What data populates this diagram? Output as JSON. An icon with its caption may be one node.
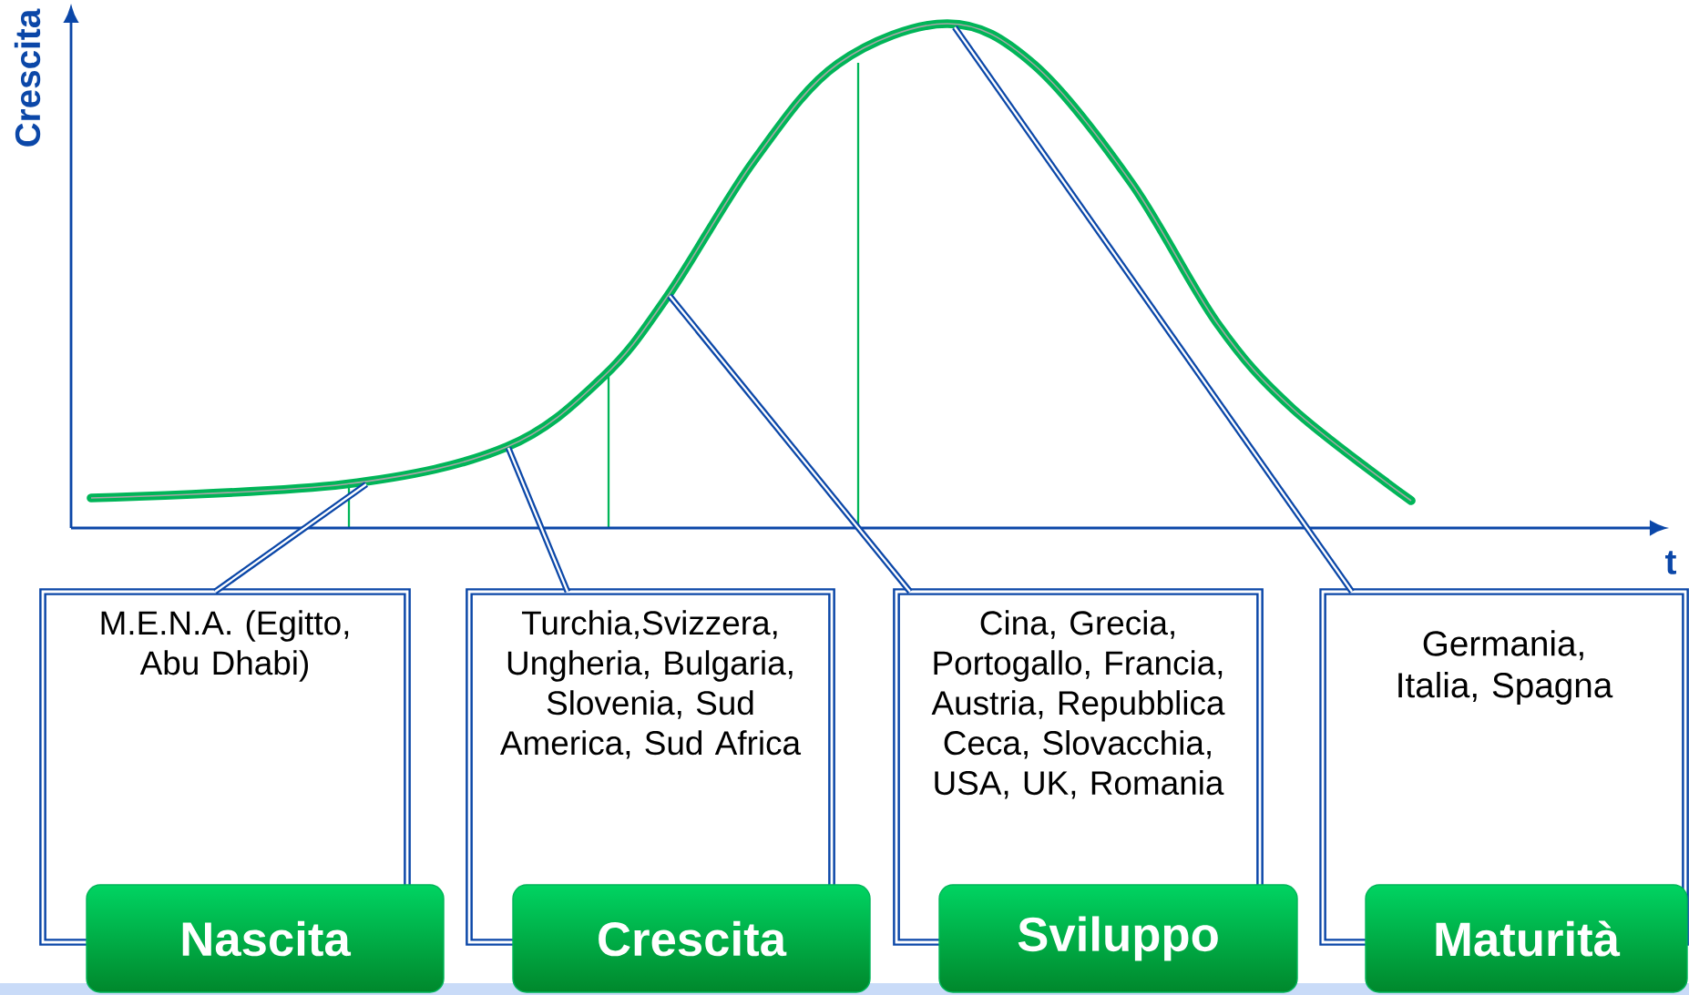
{
  "diagram": {
    "nodes": [
      {
        "text": [
          "M.E.N.A. (Egitto, Abu Dhabi)"
        ]
      },
      {
        "text": [
          "Turchia,Svizzera, Ungheria, Bulgaria, Slovenia, Sud America, Sud Africa"
        ]
      },
      {
        "text": [
          "Cina, Grecia, Portogallo, Francia, Austria, Repubblica Ceca, Slovacchia, USA, UK, Romania"
        ]
      },
      {
        "text": [
          "Germania, Italia, Spagna"
        ]
      },
      {
        "text": [
          "Nascita"
        ]
      },
      {
        "text": [
          "Crescita"
        ]
      },
      {
        "text": [
          "Sviluppo"
        ]
      },
      {
        "text": [
          "Maturità"
        ]
      }
    ],
    "edges": [
      {
        "from": 0,
        "to": null,
        "arrow": "none"
      },
      {
        "from": 1,
        "to": null,
        "arrow": "none"
      },
      {
        "from": 2,
        "to": null,
        "arrow": "none"
      },
      {
        "from": 3,
        "to": null,
        "arrow": "none"
      }
    ],
    "labels": [
      "Crescita",
      "t"
    ]
  }
}
